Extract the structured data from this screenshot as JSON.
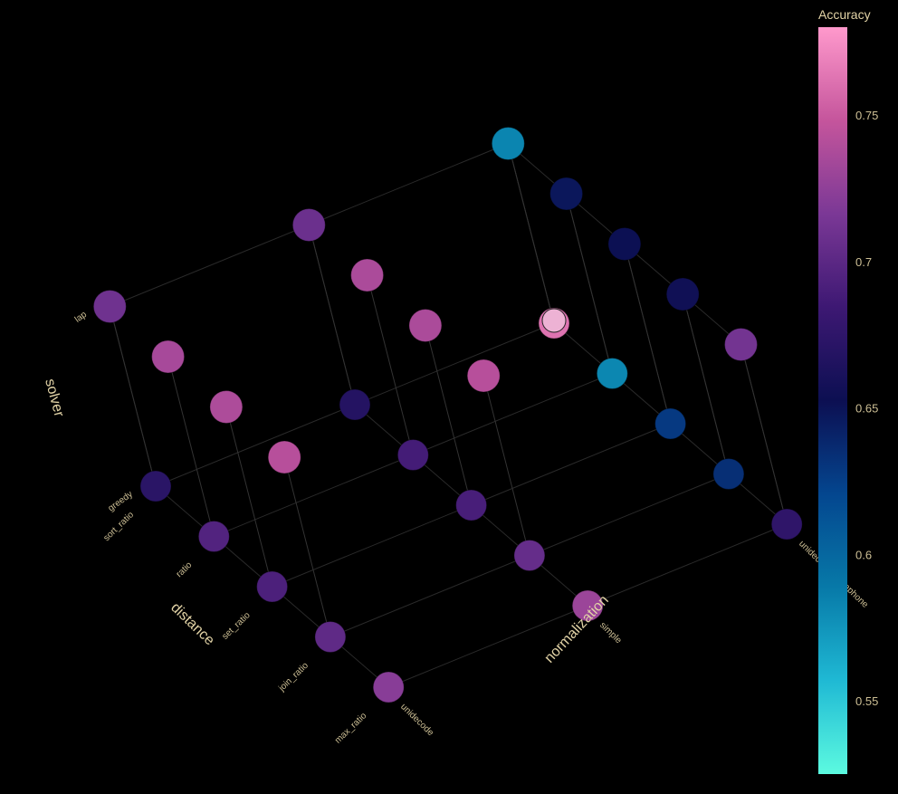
{
  "chart_data": {
    "type": "scatter3d",
    "colorbar": {
      "title": "Accuracy",
      "range": [
        0.525,
        0.78
      ],
      "ticks": [
        "0.55",
        "0.6",
        "0.65",
        "0.7",
        "0.75"
      ],
      "tick_values": [
        0.55,
        0.6,
        0.65,
        0.7,
        0.75
      ],
      "colorscale": [
        "#5cfae0",
        "#1fb9d4",
        "#0779a8",
        "#04468f",
        "#0c0f52",
        "#3d1873",
        "#7b3896",
        "#c5559c",
        "#ff99cc"
      ]
    },
    "axes": {
      "distance": {
        "title": "distance",
        "categories": [
          "sort_ratio",
          "ratio",
          "set_ratio",
          "join_ratio",
          "max_ratio"
        ]
      },
      "normalization": {
        "title": "normalization",
        "categories": [
          "unidecode",
          "simple",
          "unidecode_metaphone"
        ]
      },
      "solver": {
        "title": "solver",
        "categories": [
          "greedy",
          "lap"
        ]
      }
    },
    "points": [
      {
        "distance": "sort_ratio",
        "normalization": "unidecode",
        "solver": "greedy",
        "accuracy": 0.672
      },
      {
        "distance": "ratio",
        "normalization": "unidecode",
        "solver": "greedy",
        "accuracy": 0.695
      },
      {
        "distance": "set_ratio",
        "normalization": "unidecode",
        "solver": "greedy",
        "accuracy": 0.692
      },
      {
        "distance": "join_ratio",
        "normalization": "unidecode",
        "solver": "greedy",
        "accuracy": 0.702
      },
      {
        "distance": "max_ratio",
        "normalization": "unidecode",
        "solver": "greedy",
        "accuracy": 0.722
      },
      {
        "distance": "sort_ratio",
        "normalization": "simple",
        "solver": "greedy",
        "accuracy": 0.668
      },
      {
        "distance": "ratio",
        "normalization": "simple",
        "solver": "greedy",
        "accuracy": 0.688
      },
      {
        "distance": "set_ratio",
        "normalization": "simple",
        "solver": "greedy",
        "accuracy": 0.69
      },
      {
        "distance": "join_ratio",
        "normalization": "simple",
        "solver": "greedy",
        "accuracy": 0.705
      },
      {
        "distance": "max_ratio",
        "normalization": "simple",
        "solver": "greedy",
        "accuracy": 0.73
      },
      {
        "distance": "sort_ratio",
        "normalization": "unidecode_metaphone",
        "solver": "greedy",
        "accuracy": 0.762
      },
      {
        "distance": "ratio",
        "normalization": "unidecode_metaphone",
        "solver": "greedy",
        "accuracy": 0.582
      },
      {
        "distance": "set_ratio",
        "normalization": "unidecode_metaphone",
        "solver": "greedy",
        "accuracy": 0.628
      },
      {
        "distance": "join_ratio",
        "normalization": "unidecode_metaphone",
        "solver": "greedy",
        "accuracy": 0.634
      },
      {
        "distance": "max_ratio",
        "normalization": "unidecode_metaphone",
        "solver": "greedy",
        "accuracy": 0.675
      },
      {
        "distance": "sort_ratio",
        "normalization": "unidecode",
        "solver": "lap",
        "accuracy": 0.71
      },
      {
        "distance": "ratio",
        "normalization": "unidecode",
        "solver": "lap",
        "accuracy": 0.735
      },
      {
        "distance": "set_ratio",
        "normalization": "unidecode",
        "solver": "lap",
        "accuracy": 0.738
      },
      {
        "distance": "join_ratio",
        "normalization": "unidecode",
        "solver": "lap",
        "accuracy": 0.742
      },
      {
        "distance": "sort_ratio",
        "normalization": "simple",
        "solver": "lap",
        "accuracy": 0.708
      },
      {
        "distance": "ratio",
        "normalization": "simple",
        "solver": "lap",
        "accuracy": 0.737
      },
      {
        "distance": "set_ratio",
        "normalization": "simple",
        "solver": "lap",
        "accuracy": 0.737
      },
      {
        "distance": "join_ratio",
        "normalization": "simple",
        "solver": "lap",
        "accuracy": 0.742
      },
      {
        "distance": "sort_ratio",
        "normalization": "unidecode_metaphone",
        "solver": "lap",
        "accuracy": 0.583
      },
      {
        "distance": "ratio",
        "normalization": "unidecode_metaphone",
        "solver": "lap",
        "accuracy": 0.648
      },
      {
        "distance": "set_ratio",
        "normalization": "unidecode_metaphone",
        "solver": "lap",
        "accuracy": 0.652
      },
      {
        "distance": "join_ratio",
        "normalization": "unidecode_metaphone",
        "solver": "lap",
        "accuracy": 0.655
      },
      {
        "distance": "max_ratio",
        "normalization": "unidecode_metaphone",
        "solver": "lap",
        "accuracy": 0.712
      }
    ],
    "highlight": {
      "distance": "sort_ratio",
      "normalization": "unidecode_metaphone",
      "solver": "greedy"
    }
  }
}
